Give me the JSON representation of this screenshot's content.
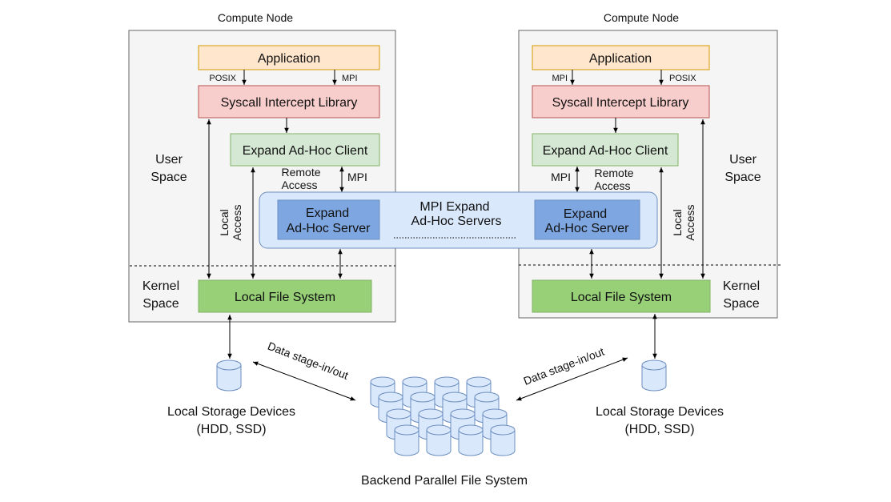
{
  "left_node": {
    "caption": "Compute Node",
    "application": "Application",
    "posix": "POSIX",
    "mpi": "MPI",
    "syscall": "Syscall Intercept Library",
    "client": "Expand Ad-Hoc Client",
    "remote_access_1": "Remote",
    "remote_access_2": "Access",
    "client_mpi": "MPI",
    "user_space_1": "User",
    "user_space_2": "Space",
    "kernel_space_1": "Kernel",
    "kernel_space_2": "Space",
    "local_access_1": "Local",
    "local_access_2": "Access",
    "local_fs": "Local File System",
    "storage_1": "Local Storage Devices",
    "storage_2": "(HDD, SSD)",
    "stage": "Data stage-in/out"
  },
  "right_node": {
    "caption": "Compute Node",
    "application": "Application",
    "mpi": "MPI",
    "posix": "POSIX",
    "syscall": "Syscall Intercept Library",
    "client": "Expand Ad-Hoc Client",
    "client_mpi": "MPI",
    "remote_access_1": "Remote",
    "remote_access_2": "Access",
    "user_space_1": "User",
    "user_space_2": "Space",
    "kernel_space_1": "Kernel",
    "kernel_space_2": "Space",
    "local_access_1": "Local",
    "local_access_2": "Access",
    "local_fs": "Local File System",
    "storage_1": "Local Storage Devices",
    "storage_2": "(HDD, SSD)",
    "stage": "Data stage-in/out"
  },
  "servers": {
    "group_1": "MPI Expand",
    "group_2": "Ad-Hoc Servers",
    "left_1": "Expand",
    "left_2": "Ad-Hoc Server",
    "right_1": "Expand",
    "right_2": "Ad-Hoc Server"
  },
  "backend": "Backend Parallel File System",
  "colors": {
    "application": "#ffe6cc",
    "application_border": "#d79b00",
    "syscall": "#f8cecc",
    "syscall_border": "#b85450",
    "client": "#d5e8d4",
    "client_border": "#82b366",
    "server_group": "#dae8fc",
    "server_group_border": "#6c8ebf",
    "server": "#7ea6e0",
    "local_fs": "#97d077",
    "cylinder": "#dae8fc"
  }
}
